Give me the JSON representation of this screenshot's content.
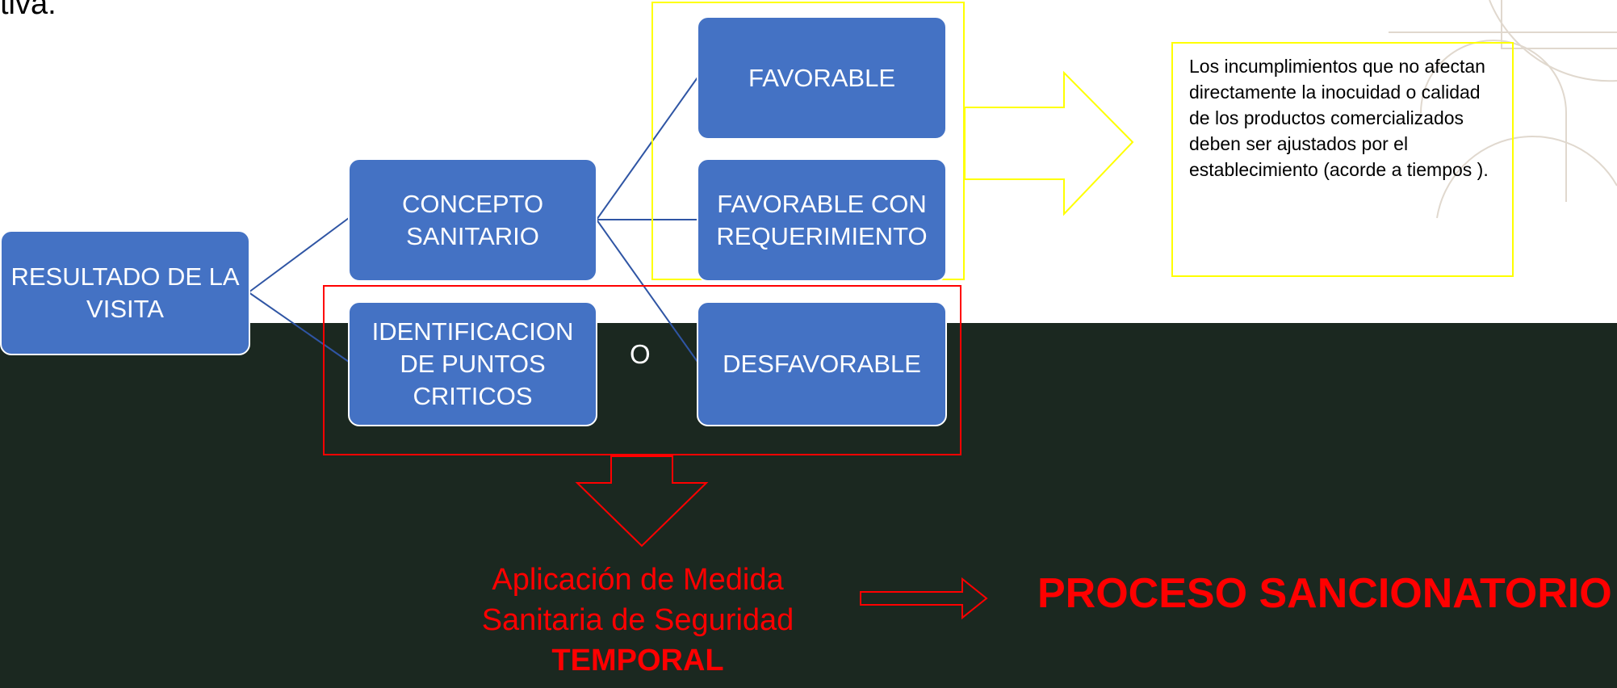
{
  "slide": {
    "top_text": "tiva.",
    "separator_symbol": "O"
  },
  "boxes": {
    "result": "RESULTADO DE LA VISITA",
    "concept": "CONCEPTO SANITARIO",
    "critical_points": "IDENTIFICACION DE PUNTOS CRITICOS",
    "favorable": "FAVORABLE",
    "favorable_req": "FAVORABLE CON REQUERIMIENTO",
    "unfavorable": "DESFAVORABLE"
  },
  "note": {
    "text": "Los incumplimientos que no afectan directamente la inocuidad o calidad de los productos comercializados deben ser ajustados por el establecimiento (acorde a tiempos )."
  },
  "measure": {
    "line1": "Aplicación de Medida",
    "line2": "Sanitaria de Seguridad",
    "emphasis": "TEMPORAL"
  },
  "sanction": {
    "label": "PROCESO SANCIONATORIO"
  },
  "colors": {
    "box_fill": "#4472c4",
    "dark_background": "#1b2820",
    "highlight_yellow": "#ffff00",
    "alert_red": "#ff0000",
    "connector": "#2f55a4"
  }
}
